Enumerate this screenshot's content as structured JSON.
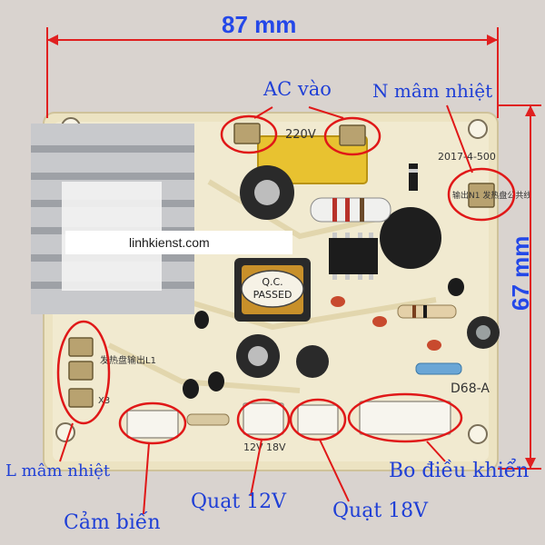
{
  "colors": {
    "background": "#d9d3cf",
    "board": "#efe7c8",
    "annotation_blue": "#1f3fd6",
    "dimension_blue": "#2448e8",
    "dimension_line": "#e02020",
    "highlight_red": "#e01818"
  },
  "dimensions": {
    "width_label": "87 mm",
    "height_label": "67 mm"
  },
  "annotations": {
    "ac_in": "AC vào",
    "n_pad": "N mâm nhiệt",
    "l_pad": "L mâm nhiệt",
    "sensor": "Cảm biến",
    "fan_12v": "Quạt 12V",
    "fan_18v": "Quạt 18V",
    "control_board": "Bo điều khiển"
  },
  "watermark": "linhkienst.com",
  "pcb_silkscreen": {
    "voltage": "220V",
    "date_code": "2017-4-500",
    "model": "D68-A",
    "qc_line1": "Q.C.",
    "qc_line2": "PASSED",
    "fan_connectors": "12V 18V",
    "l1_text": "发热盘输出L1",
    "n1_text": "输出N1 发热盘公共线",
    "x3": "X3"
  }
}
